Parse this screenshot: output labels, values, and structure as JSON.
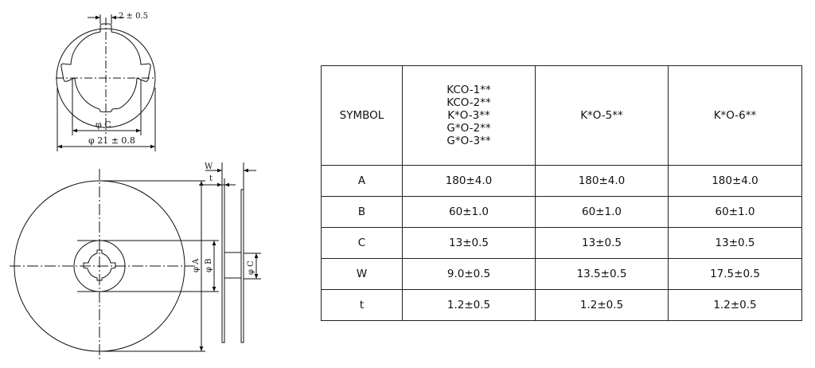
{
  "drawing": {
    "top_view": {
      "key_width": "2 ± 0.5",
      "inner_dia": "φ  C",
      "hub_dia": "φ  21 ± 0.8"
    },
    "side_view": {
      "width_w": "W",
      "thickness_t": "t",
      "dia_a": "φ A",
      "dia_b": "φ B",
      "dia_c": "φ C"
    }
  },
  "table": {
    "header": {
      "symbol": "SYMBOL",
      "col1_lines": [
        "KCO-1**",
        "KCO-2**",
        "K*O-3**",
        "G*O-2**",
        "G*O-3**"
      ],
      "col2": "K*O-5**",
      "col3": "K*O-6**"
    },
    "rows": [
      {
        "symbol": "A",
        "v1": "180±4.0",
        "v2": "180±4.0",
        "v3": "180±4.0"
      },
      {
        "symbol": "B",
        "v1": "60±1.0",
        "v2": "60±1.0",
        "v3": "60±1.0"
      },
      {
        "symbol": "C",
        "v1": "13±0.5",
        "v2": "13±0.5",
        "v3": "13±0.5"
      },
      {
        "symbol": "W",
        "v1": "9.0±0.5",
        "v2": "13.5±0.5",
        "v3": "17.5±0.5"
      },
      {
        "symbol": "t",
        "v1": "1.2±0.5",
        "v2": "1.2±0.5",
        "v3": "1.2±0.5"
      }
    ]
  }
}
